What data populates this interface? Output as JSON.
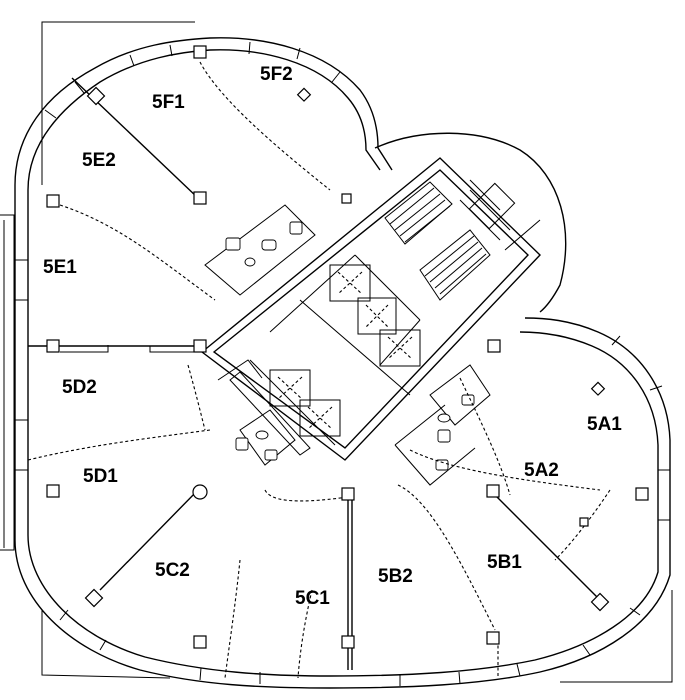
{
  "plan": {
    "units": [
      {
        "id": "5F1",
        "label": "5F1"
      },
      {
        "id": "5F2",
        "label": "5F2"
      },
      {
        "id": "5E2",
        "label": "5E2"
      },
      {
        "id": "5E1",
        "label": "5E1"
      },
      {
        "id": "5D2",
        "label": "5D2"
      },
      {
        "id": "5D1",
        "label": "5D1"
      },
      {
        "id": "5C2",
        "label": "5C2"
      },
      {
        "id": "5C1",
        "label": "5C1"
      },
      {
        "id": "5B2",
        "label": "5B2"
      },
      {
        "id": "5B1",
        "label": "5B1"
      },
      {
        "id": "5A2",
        "label": "5A2"
      },
      {
        "id": "5A1",
        "label": "5A1"
      }
    ]
  }
}
